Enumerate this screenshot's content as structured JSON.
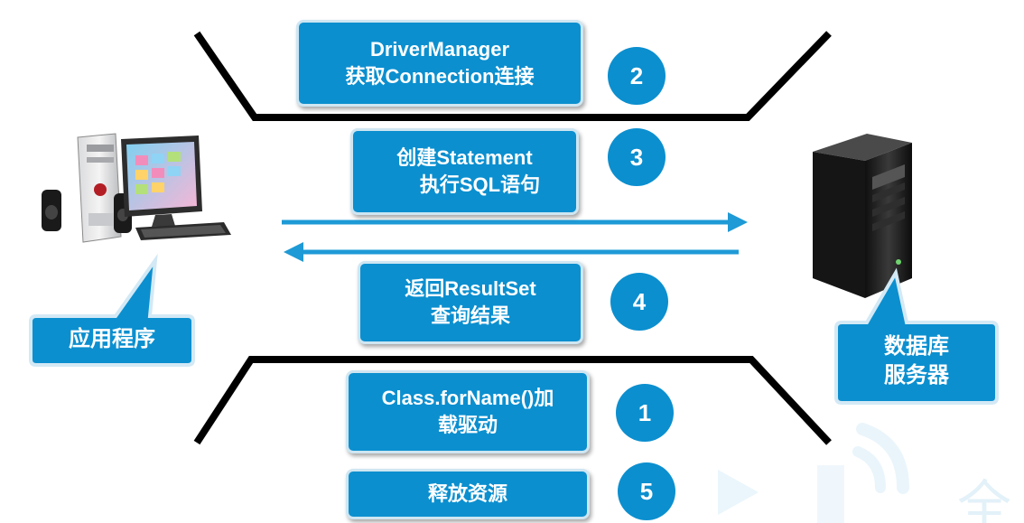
{
  "steps": {
    "step2": {
      "line1": "DriverManager",
      "line2": "获取Connection连接",
      "number": "2"
    },
    "step3": {
      "line1": "创建Statement",
      "line2": "执行SQL语句",
      "number": "3"
    },
    "step4": {
      "line1": "返回ResultSet",
      "line2": "查询结果",
      "number": "4"
    },
    "step1": {
      "line1": "Class.forName()加",
      "line2": "载驱动",
      "number": "1"
    },
    "step5": {
      "line1": "释放资源",
      "number": "5"
    }
  },
  "nodes": {
    "client_label": "应用程序",
    "server_label_line1": "数据库",
    "server_label_line2": "服务器"
  },
  "watermark": {
    "char": "全"
  },
  "colors": {
    "accent": "#0b8fcf",
    "arrow": "#1e9ad6",
    "line": "#000000",
    "callout": "#0b8fcf"
  }
}
